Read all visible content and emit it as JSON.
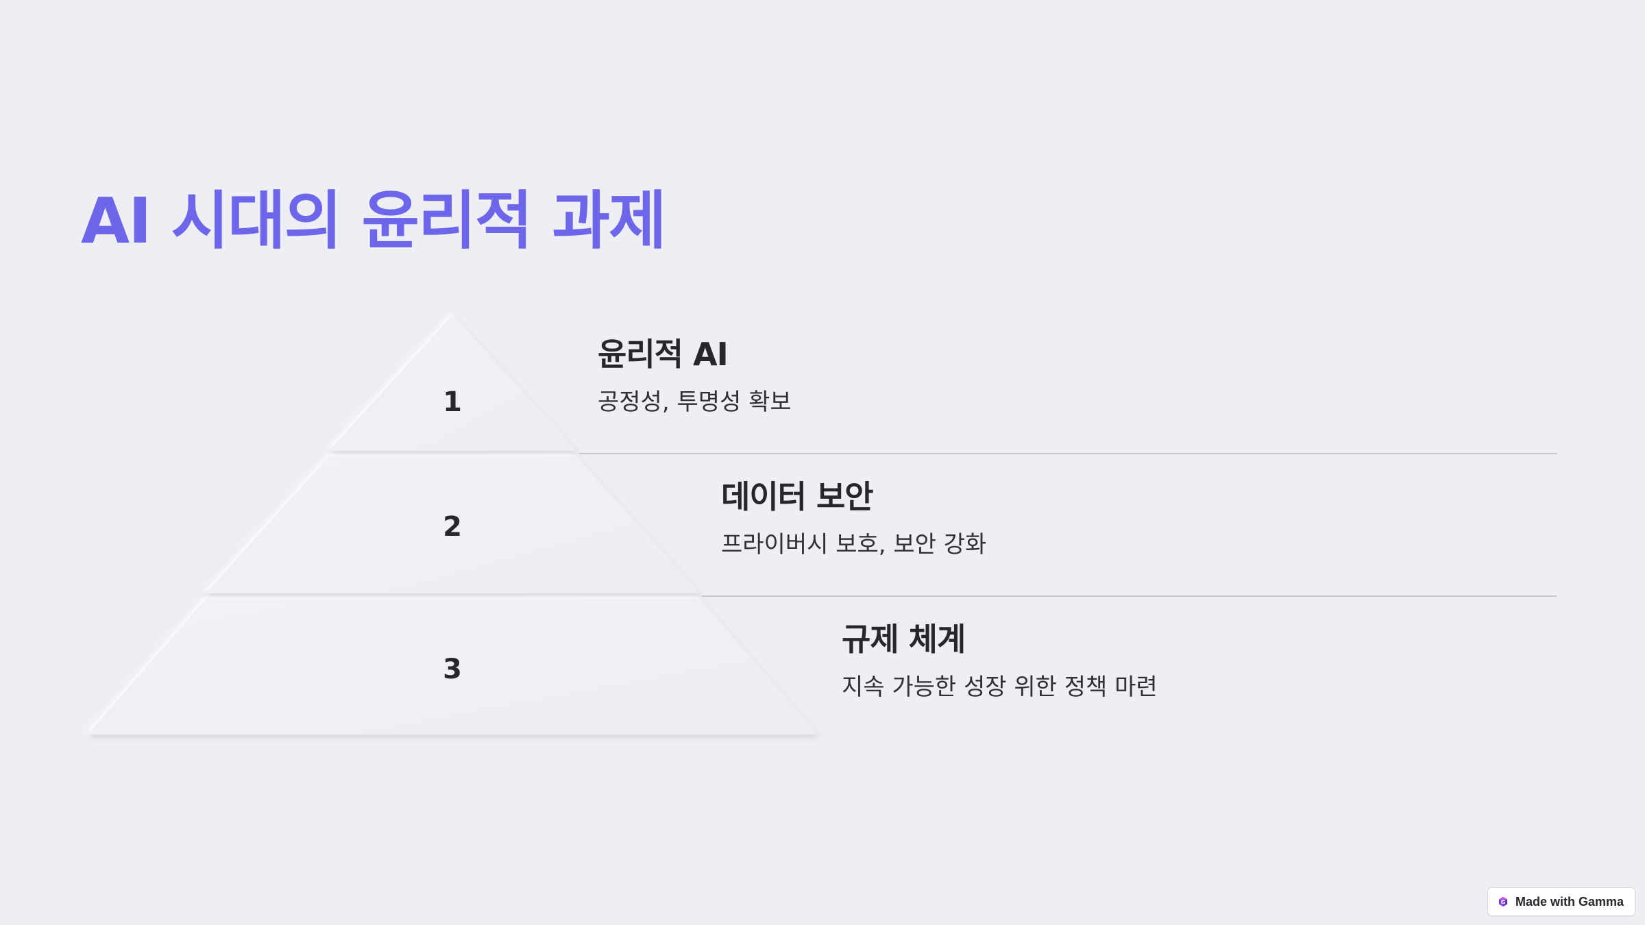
{
  "slide": {
    "title": "AI 시대의 윤리적 과제"
  },
  "pyramid": {
    "tiers": [
      {
        "number": "1",
        "heading": "윤리적 AI",
        "description": "공정성, 투명성 확보"
      },
      {
        "number": "2",
        "heading": "데이터 보안",
        "description": "프라이버시 보호, 보안 강화"
      },
      {
        "number": "3",
        "heading": "규제 체계",
        "description": "지속 가능한 성장 위한 정책 마련"
      }
    ]
  },
  "badge": {
    "label": "Made with Gamma",
    "icon": "gamma-logo-icon"
  },
  "colors": {
    "background": "#eeeff4",
    "title_accent": "#6d66ea",
    "text": "#26262b",
    "divider": "#c6c7cc"
  }
}
